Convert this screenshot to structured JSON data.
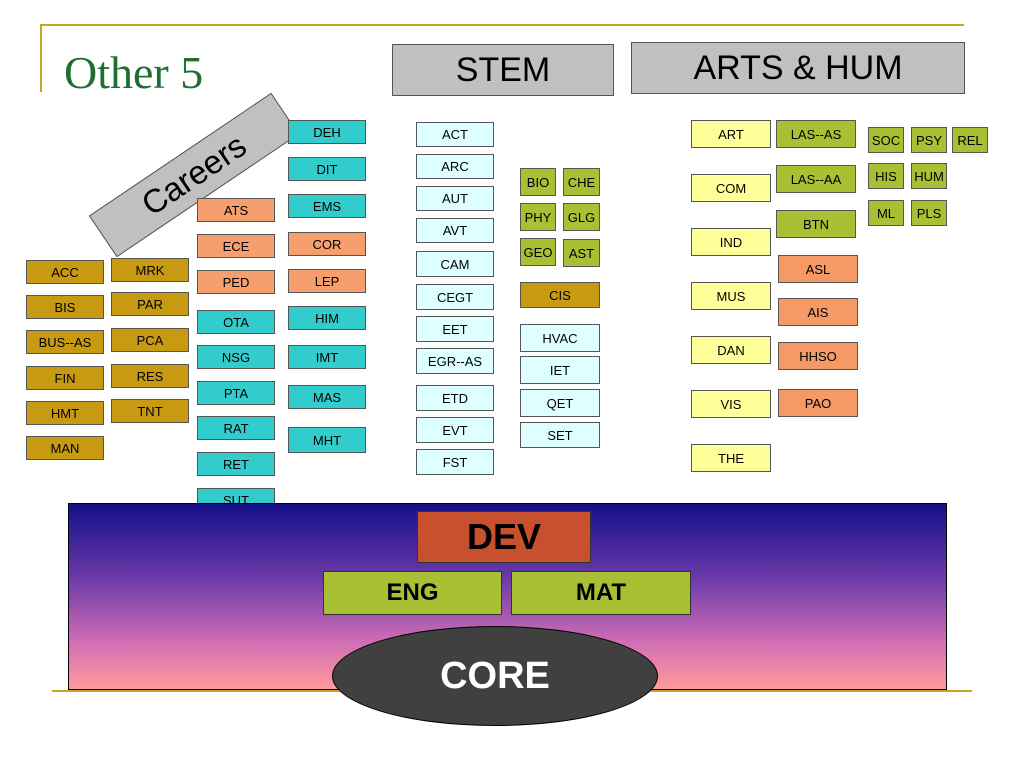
{
  "title": "Other 5",
  "headers": {
    "stem": "STEM",
    "arts": "ARTS & HUM",
    "careers": "Careers"
  },
  "colors": {
    "gold": "#c79a12",
    "teal": "#33cccc",
    "salmon": "#f59e6e",
    "light_cyan": "#ddffff",
    "olive": "#a9c035",
    "yellow": "#ffff99",
    "dev": "#c8502e",
    "core": "#404040"
  },
  "careers": {
    "col1": [
      "ACC",
      "BIS",
      "BUS--AS",
      "FIN",
      "HMT",
      "MAN"
    ],
    "col2": [
      "MRK",
      "PAR",
      "PCA",
      "RES",
      "TNT"
    ],
    "col3_salmon": [
      "ATS",
      "ECE",
      "PED"
    ],
    "col3_teal": [
      "OTA",
      "NSG",
      "PTA",
      "RAT",
      "RET",
      "SUT"
    ],
    "col4_teal_top": [
      "DEH",
      "DIT",
      "EMS"
    ],
    "col4_salmon": [
      "COR",
      "LEP"
    ],
    "col4_teal_bottom": [
      "HIM",
      "IMT",
      "MAS",
      "MHT"
    ]
  },
  "stem": {
    "col1": [
      "ACT",
      "ARC",
      "AUT",
      "AVT",
      "CAM",
      "CEGT",
      "EET",
      "EGR--AS",
      "ETD",
      "EVT",
      "FST"
    ],
    "sciences": [
      "BIO",
      "CHE",
      "PHY",
      "GLG",
      "GEO",
      "AST"
    ],
    "cis": "CIS",
    "tech": [
      "HVAC",
      "IET",
      "QET",
      "SET"
    ]
  },
  "arts": {
    "yellow": [
      "ART",
      "COM",
      "IND",
      "MUS",
      "DAN",
      "VIS",
      "THE"
    ],
    "olive_col": [
      "LAS--AS",
      "LAS--AA",
      "BTN"
    ],
    "orange": [
      "ASL",
      "AIS",
      "HHSO",
      "PAO"
    ],
    "hum_grid": [
      "SOC",
      "PSY",
      "REL",
      "HIS",
      "HUM",
      "ML",
      "PLS"
    ]
  },
  "core": {
    "dev": "DEV",
    "eng": "ENG",
    "mat": "MAT",
    "core": "CORE"
  }
}
